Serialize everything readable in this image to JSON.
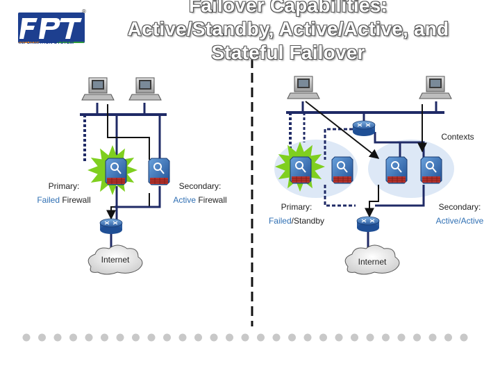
{
  "slide": {
    "title_lines": [
      "Failover Capabilities:",
      "Active/Standby, Active/Active, and",
      "Stateful Failover"
    ]
  },
  "logo": {
    "mark_text": "FPT",
    "subtitle": "INFORMATION SYSTEM",
    "registered": "®",
    "colors": {
      "blue": "#1d3f8f",
      "orange": "#f08a1c",
      "green": "#2f9a3a"
    }
  },
  "left_diagram": {
    "primary_label": "Primary:",
    "primary_status": "Failed",
    "primary_suffix": " Firewall",
    "secondary_label": "Secondary:",
    "secondary_status": "Active",
    "secondary_suffix": " Firewall",
    "cloud_label": "Internet"
  },
  "right_diagram": {
    "contexts_label": "Contexts",
    "primary_label": "Primary:",
    "primary_status_a": "Failed",
    "primary_status_b": "/Standby",
    "secondary_label": "Secondary:",
    "secondary_status": "Active/Active",
    "cloud_label": "Internet"
  },
  "colors": {
    "link": "#1f2a66",
    "failover_link": "#1f2a66",
    "firewall": "#2f6fb3",
    "failed_burst": "#7fcf1f",
    "context_group": "#dde8f6",
    "accent_text": "#2f6fb3",
    "divider": "#111111",
    "dots": "#c8c8c8"
  },
  "footer": {
    "dot_count": 29
  }
}
